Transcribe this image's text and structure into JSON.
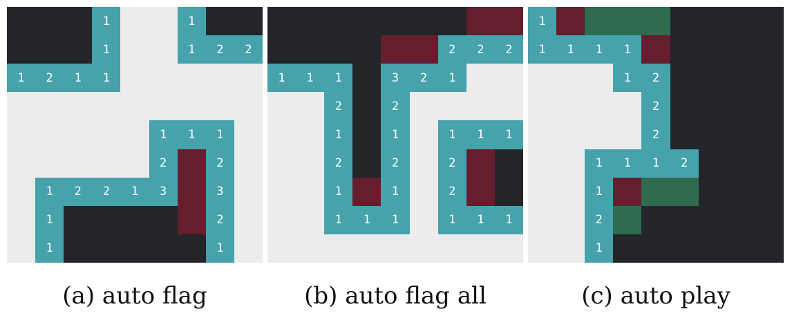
{
  "legend": {
    "U": "#242529",
    "O": "#ececec",
    "N": "#46a2ab",
    "F": "#641e2d",
    "G": "#2f6b4f"
  },
  "panels": [
    {
      "caption": "(a) auto flag",
      "rows": [
        [
          "U",
          "U",
          "U",
          "1",
          "O",
          "O",
          "1",
          "U",
          "U"
        ],
        [
          "U",
          "U",
          "U",
          "1",
          "O",
          "O",
          "1",
          "2",
          "2"
        ],
        [
          "1",
          "2",
          "1",
          "1",
          "O",
          "O",
          "O",
          "O",
          "O"
        ],
        [
          "O",
          "O",
          "O",
          "O",
          "O",
          "O",
          "O",
          "O",
          "O"
        ],
        [
          "O",
          "O",
          "O",
          "O",
          "O",
          "1",
          "1",
          "1",
          "O"
        ],
        [
          "O",
          "O",
          "O",
          "O",
          "O",
          "2",
          "F",
          "2",
          "O"
        ],
        [
          "O",
          "1",
          "2",
          "2",
          "1",
          "3",
          "F",
          "3",
          "O"
        ],
        [
          "O",
          "1",
          "U",
          "U",
          "U",
          "U",
          "F",
          "2",
          "O"
        ],
        [
          "O",
          "1",
          "U",
          "U",
          "U",
          "U",
          "U",
          "1",
          "O"
        ]
      ]
    },
    {
      "caption": "(b) auto flag all",
      "rows": [
        [
          "U",
          "U",
          "U",
          "U",
          "U",
          "U",
          "U",
          "F",
          "F"
        ],
        [
          "U",
          "U",
          "U",
          "U",
          "F",
          "F",
          "2",
          "2",
          "2"
        ],
        [
          "1",
          "1",
          "1",
          "U",
          "3",
          "2",
          "1",
          "O",
          "O"
        ],
        [
          "O",
          "O",
          "2",
          "U",
          "2",
          "O",
          "O",
          "O",
          "O"
        ],
        [
          "O",
          "O",
          "1",
          "U",
          "1",
          "O",
          "1",
          "1",
          "1"
        ],
        [
          "O",
          "O",
          "2",
          "U",
          "2",
          "O",
          "2",
          "F",
          "U"
        ],
        [
          "O",
          "O",
          "1",
          "F",
          "1",
          "O",
          "2",
          "F",
          "U"
        ],
        [
          "O",
          "O",
          "1",
          "1",
          "1",
          "O",
          "1",
          "1",
          "1"
        ],
        [
          "O",
          "O",
          "O",
          "O",
          "O",
          "O",
          "O",
          "O",
          "O"
        ]
      ]
    },
    {
      "caption": "(c) auto play",
      "rows": [
        [
          "1",
          "F",
          "G",
          "G",
          "G",
          "U",
          "U",
          "U",
          "U"
        ],
        [
          "1",
          "1",
          "1",
          "1",
          "F",
          "U",
          "U",
          "U",
          "U"
        ],
        [
          "O",
          "O",
          "O",
          "1",
          "2",
          "U",
          "U",
          "U",
          "U"
        ],
        [
          "O",
          "O",
          "O",
          "O",
          "2",
          "U",
          "U",
          "U",
          "U"
        ],
        [
          "O",
          "O",
          "O",
          "O",
          "2",
          "U",
          "U",
          "U",
          "U"
        ],
        [
          "O",
          "O",
          "1",
          "1",
          "1",
          "2",
          "U",
          "U",
          "U"
        ],
        [
          "O",
          "O",
          "1",
          "F",
          "G",
          "G",
          "U",
          "U",
          "U"
        ],
        [
          "O",
          "O",
          "2",
          "G",
          "U",
          "U",
          "U",
          "U",
          "U"
        ],
        [
          "O",
          "O",
          "1",
          "U",
          "U",
          "U",
          "U",
          "U",
          "U"
        ]
      ]
    }
  ]
}
